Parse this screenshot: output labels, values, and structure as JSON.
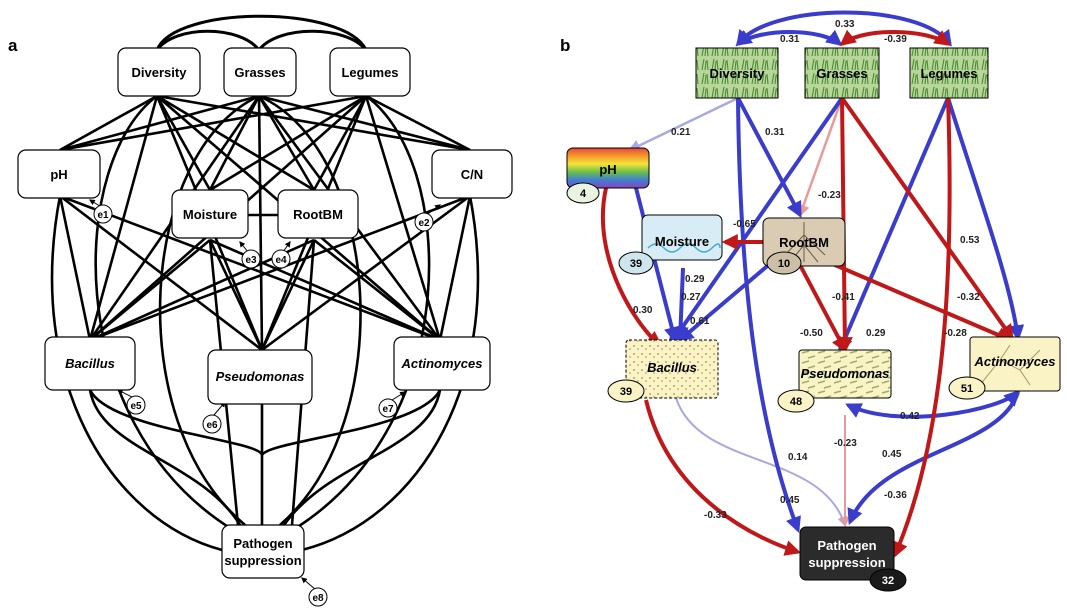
{
  "panels": {
    "a": "a",
    "b": "b"
  },
  "panel_a": {
    "nodes": {
      "diversity": "Diversity",
      "grasses": "Grasses",
      "legumes": "Legumes",
      "ph": "pH",
      "cn": "C/N",
      "moisture": "Moisture",
      "rootbm": "RootBM",
      "bacillus": "Bacillus",
      "pseudomonas": "Pseudomonas",
      "actinomyces": "Actinomyces",
      "pathogen_line1": "Pathogen",
      "pathogen_line2": "suppression"
    },
    "errors": {
      "e1": "e1",
      "e2": "e2",
      "e3": "e3",
      "e4": "e4",
      "e5": "e5",
      "e6": "e6",
      "e7": "e7",
      "e8": "e8"
    }
  },
  "panel_b": {
    "nodes": {
      "diversity": "Diversity",
      "grasses": "Grasses",
      "legumes": "Legumes",
      "ph": "pH",
      "moisture": "Moisture",
      "rootbm": "RootBM",
      "bacillus": "Bacillus",
      "pseudomonas": "Pseudomonas",
      "actinomyces": "Actinomyces",
      "pathogen_line1": "Pathogen",
      "pathogen_line2": "suppression"
    },
    "r2": {
      "ph": "4",
      "moisture": "39",
      "rootbm": "10",
      "bacillus": "39",
      "pseudomonas": "48",
      "actinomyces": "51",
      "pathogen": "32"
    },
    "coefficients": {
      "div_gra": "0.31",
      "div_leg": "0.33",
      "gra_leg": "-0.39",
      "div_ph": "0.21",
      "div_root": "0.31",
      "div_bac": "-0.65",
      "gra_root": "-0.23",
      "leg_act": "0.53",
      "gra_act": "-0.32",
      "root_moist": "0.29",
      "moist_bac": "0.27",
      "ph_bac": "0.30",
      "root_bac": "0.61",
      "root_pse": "-0.41",
      "gra_pse": "-0.50",
      "leg_pse": "0.29",
      "leg_path": "-0.28",
      "pse_act": "0.42",
      "bac_path_light": "0.14",
      "act_path": "0.45",
      "div_path": "0.45",
      "pse_path": "-0.23",
      "leg_path2": "-0.36",
      "bac_path": "-0.33"
    },
    "colors": {
      "positive": "#3a3ccc",
      "negative": "#c01818",
      "positive_light": "#a7a9e0",
      "negative_light": "#e89a9a",
      "plant": "#b7d79a",
      "bacteria": "#f9f3c6",
      "moisture": "#d8ecf6",
      "root": "#d9ccb3",
      "pathogen": "#2b2b2b"
    }
  }
}
